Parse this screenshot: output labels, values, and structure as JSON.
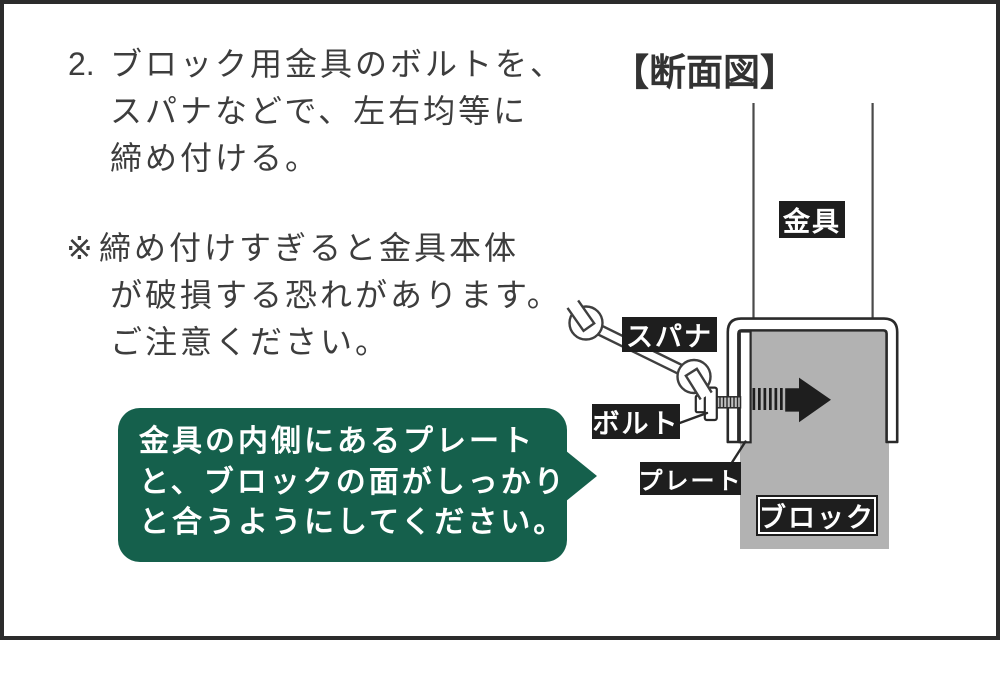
{
  "instructions": {
    "step": {
      "number": "2.",
      "lines": [
        "ブロック用金具のボルトを、",
        "スパナなどで、左右均等に",
        "締め付ける。"
      ]
    },
    "note": {
      "marker": "※",
      "lines": [
        "締め付けすぎると金具本体",
        "が破損する恐れがあります。",
        "ご注意ください。"
      ]
    }
  },
  "callout": {
    "lines": [
      "金具の内側にあるプレート",
      "と、ブロックの面がしっかり",
      "と合うようにしてください。"
    ],
    "bg_color": "#15604C",
    "text_color": "#ffffff"
  },
  "diagram": {
    "title": "【断面図】",
    "labels": {
      "bracket": "金具",
      "spanner": "スパナ",
      "bolt": "ボルト",
      "plate": "プレート",
      "block": "ブロック"
    },
    "colors": {
      "label_bg": "#1e1e1e",
      "label_text": "#ffffff",
      "block_fill": "#b2b2b2",
      "outline": "#2a2a2a",
      "arrow_fill": "#1e1e1e",
      "stem_line": "#4a4a4a",
      "frame_border": "#2b2b2b",
      "body_text": "#3d3d3d"
    }
  }
}
